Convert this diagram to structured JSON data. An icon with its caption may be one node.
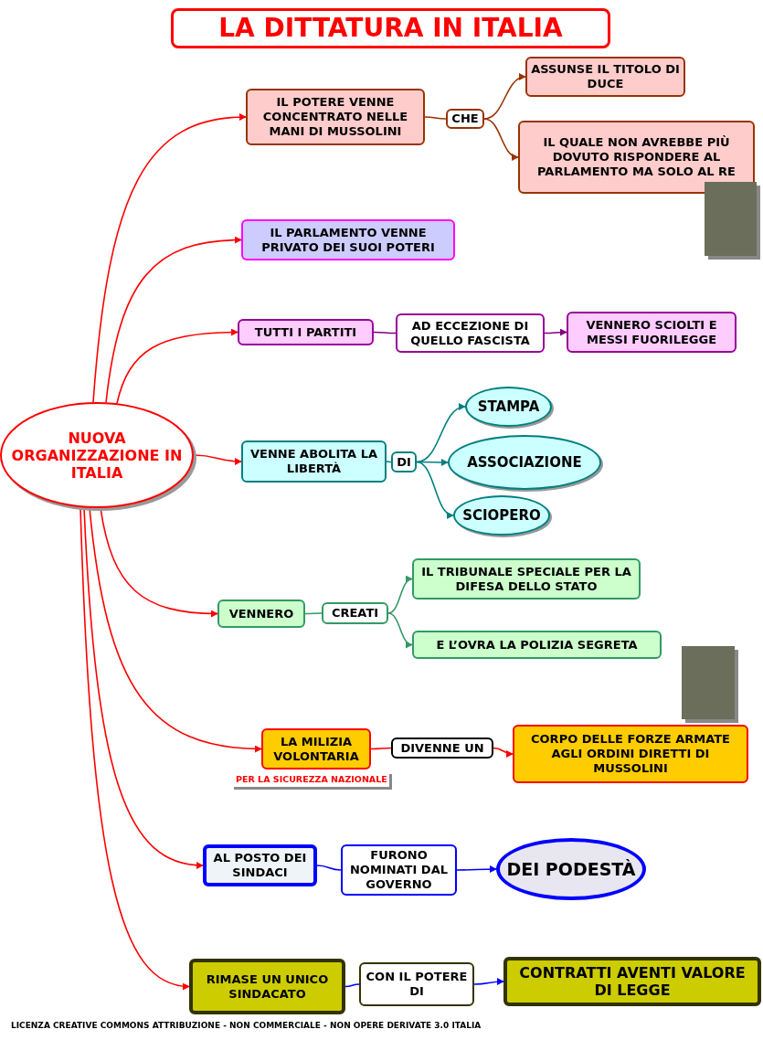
{
  "diagram": {
    "title": "LA DITTATURA IN ITALIA",
    "nodes": [
      {
        "text": [
          "NUOVA ORGANIZZAZIONE IN ITALIA"
        ]
      },
      {
        "text": [
          "IL POTERE VENNE CONCENTRATO NELLE MANI DI MUSSOLINI"
        ]
      },
      {
        "text": [
          "CHE"
        ]
      },
      {
        "text": [
          "ASSUNSE IL TITOLO DI DUCE"
        ]
      },
      {
        "text": [
          "IL QUALE NON AVREBBE PIÙ DOVUTO RISPONDERE AL PARLAMENTO MA SOLO AL RE"
        ]
      },
      {
        "text": [
          "IL PARLAMENTO VENNE PRIVATO DEI SUOI POTERI"
        ]
      },
      {
        "text": [
          "TUTTI I PARTITI"
        ]
      },
      {
        "text": [
          "AD ECCEZIONE DI QUELLO FASCISTA"
        ]
      },
      {
        "text": [
          "VENNERO SCIOLTI E MESSI FUORILEGGE"
        ]
      },
      {
        "text": [
          "VENNE ABOLITA LA LIBERTÀ"
        ]
      },
      {
        "text": [
          "DI"
        ]
      },
      {
        "text": [
          "STAMPA"
        ]
      },
      {
        "text": [
          "ASSOCIAZIONE"
        ]
      },
      {
        "text": [
          "SCIOPERO"
        ]
      },
      {
        "text": [
          "VENNERO"
        ]
      },
      {
        "text": [
          "CREATI"
        ]
      },
      {
        "text": [
          "IL TRIBUNALE SPECIALE PER LA DIFESA DELLO STATO"
        ]
      },
      {
        "text": [
          "E L’OVRA LA POLIZIA SEGRETA"
        ]
      },
      {
        "text": [
          "LA MILIZIA VOLONTARIA"
        ],
        "beside": [
          "PER LA SICUREZZA NAZIONALE"
        ]
      },
      {
        "text": [
          "DIVENNE UN"
        ]
      },
      {
        "text": [
          "CORPO DELLE FORZE ARMATE AGLI ORDINI DIRETTI DI MUSSOLINI"
        ]
      },
      {
        "text": [
          "AL POSTO DEI SINDACI"
        ]
      },
      {
        "text": [
          "FURONO NOMINATI DAL GOVERNO"
        ]
      },
      {
        "text": [
          "DEI PODESTÀ"
        ]
      },
      {
        "text": [
          "RIMASE UN UNICO SINDACATO"
        ]
      },
      {
        "text": [
          "CON IL POTERE DI"
        ]
      },
      {
        "text": [
          "CONTRATTI AVENTI VALORE DI LEGGE"
        ]
      }
    ],
    "edges": [
      {
        "from": 0,
        "to": 1,
        "arrow": "to"
      },
      {
        "from": 0,
        "to": 5,
        "arrow": "to"
      },
      {
        "from": 0,
        "to": 6,
        "arrow": "to"
      },
      {
        "from": 0,
        "to": 9,
        "arrow": "to"
      },
      {
        "from": 0,
        "to": 14,
        "arrow": "to"
      },
      {
        "from": 0,
        "to": 18,
        "arrow": "to"
      },
      {
        "from": 0,
        "to": 21,
        "arrow": "to"
      },
      {
        "from": 0,
        "to": 24,
        "arrow": "to"
      },
      {
        "from": 1,
        "to": 2,
        "arrow": "none",
        "color": "#993300"
      },
      {
        "from": 2,
        "to": 3,
        "arrow": "to",
        "color": "#993300"
      },
      {
        "from": 2,
        "to": 4,
        "arrow": "to",
        "color": "#993300"
      },
      {
        "from": 6,
        "to": 7,
        "arrow": "none",
        "color": "#800080"
      },
      {
        "from": 7,
        "to": 8,
        "arrow": "to",
        "color": "#800080"
      },
      {
        "from": 9,
        "to": 10,
        "arrow": "none",
        "color": "#008080"
      },
      {
        "from": 10,
        "to": 11,
        "arrow": "to",
        "color": "#008080"
      },
      {
        "from": 10,
        "to": 12,
        "arrow": "to",
        "color": "#008080"
      },
      {
        "from": 10,
        "to": 13,
        "arrow": "to",
        "color": "#008080"
      },
      {
        "from": 14,
        "to": 15,
        "arrow": "none",
        "color": "#339966"
      },
      {
        "from": 15,
        "to": 16,
        "arrow": "to",
        "color": "#339966"
      },
      {
        "from": 15,
        "to": 17,
        "arrow": "to",
        "color": "#339966"
      },
      {
        "from": 18,
        "to": 19,
        "arrow": "none"
      },
      {
        "from": 19,
        "to": 20,
        "arrow": "to"
      },
      {
        "from": 21,
        "to": 22,
        "arrow": "none",
        "color": "#0000ff"
      },
      {
        "from": 22,
        "to": 23,
        "arrow": "to",
        "color": "#0000ff"
      },
      {
        "from": 24,
        "to": 25,
        "arrow": "none",
        "color": "#0000ff"
      },
      {
        "from": 25,
        "to": 26,
        "arrow": "to",
        "color": "#0000ff"
      }
    ],
    "labels": [
      "LICENZA CREATIVE COMMONS ATTRIBUZIONE - NON COMMERCIALE - NON OPERE DERIVATE 3.0 ITALIA"
    ]
  }
}
